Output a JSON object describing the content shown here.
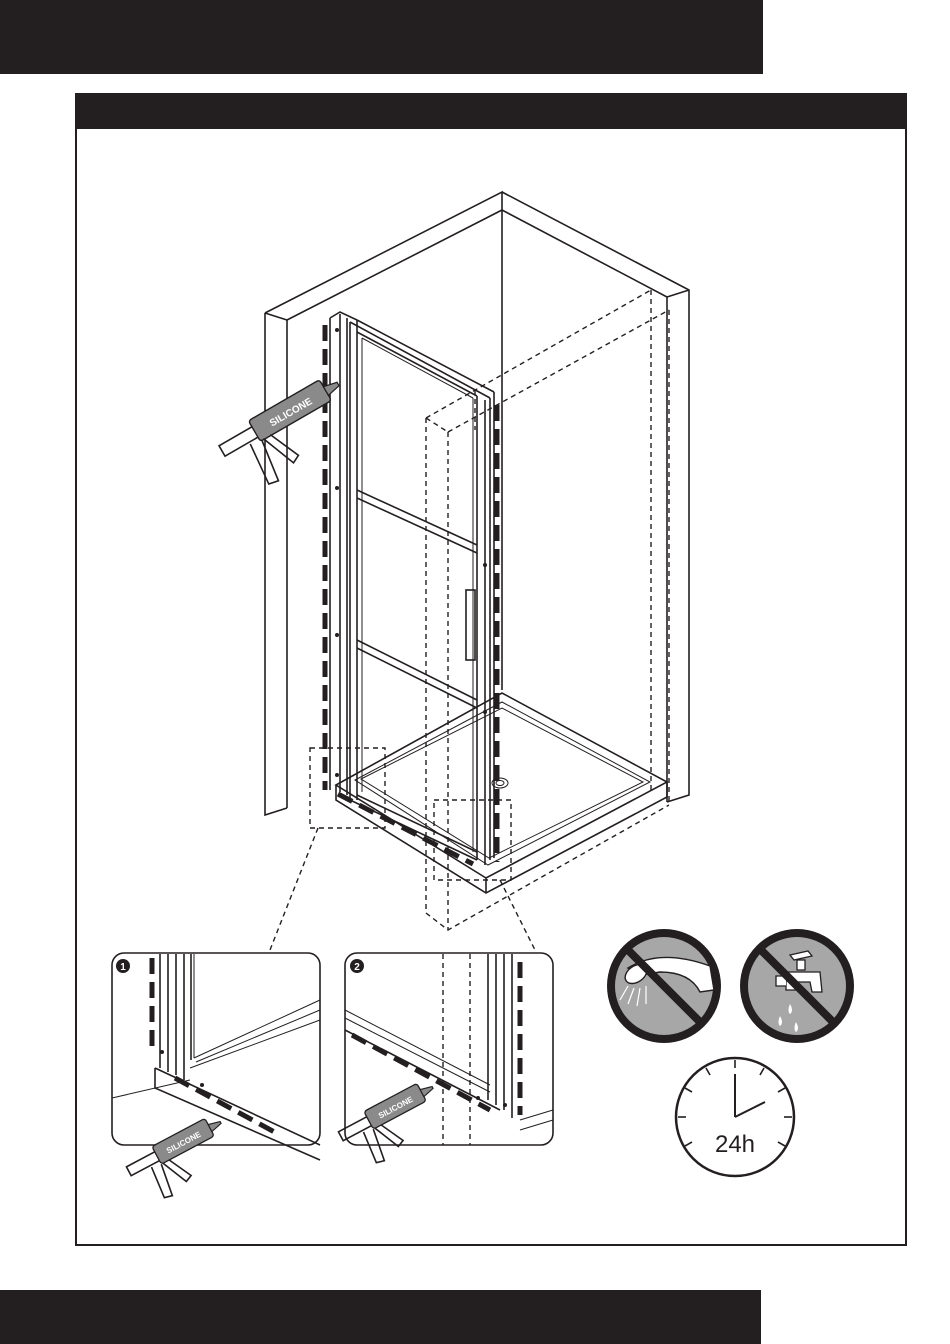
{
  "steps": [
    {
      "number": "1"
    },
    {
      "number": "2"
    }
  ],
  "caulk_gun": {
    "label": "SILICONE"
  },
  "cure_time": {
    "label": "24h"
  },
  "icons": [
    "caulk-gun-icon",
    "no-shower-icon",
    "no-tap-icon",
    "clock-icon"
  ],
  "colors": {
    "bar": "#231f20",
    "gun_body": "#8a8a8a",
    "sign_fill": "#a7a7a7"
  }
}
